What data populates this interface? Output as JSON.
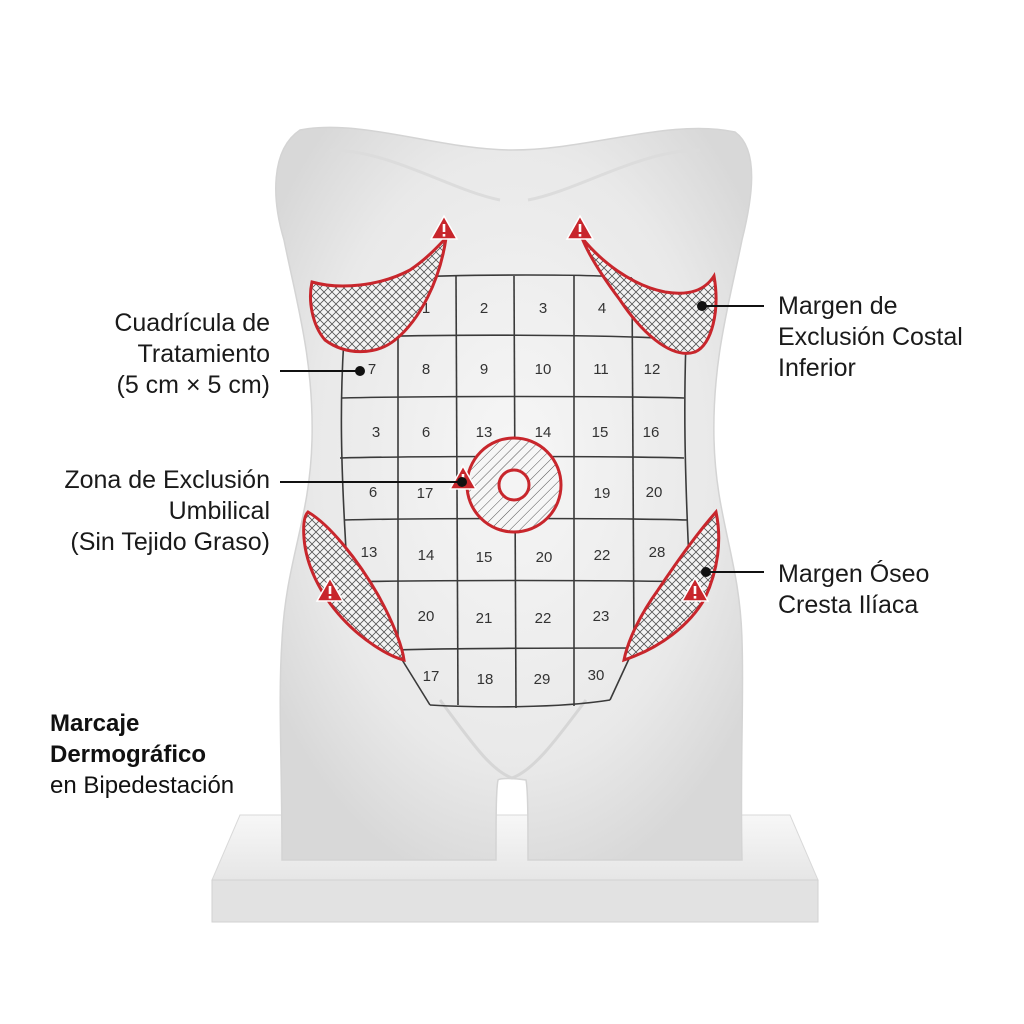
{
  "labels": {
    "grid": [
      "Cuadrícula de",
      "Tratamiento",
      "(5 cm × 5 cm)"
    ],
    "umbilical": [
      "Zona de Exclusión",
      "Umbilical",
      "(Sin Tejido Graso)"
    ],
    "costal": [
      "Margen de",
      "Exclusión Costal",
      "Inferior"
    ],
    "iliac": [
      "Margen Óseo",
      "Cresta Ilíaca"
    ]
  },
  "title": {
    "line1": "Marcaje",
    "line2": "Dermográfico",
    "line3": "en Bipedestación"
  },
  "grid_numbers": {
    "row1": [
      "1",
      "2",
      "3",
      "4"
    ],
    "row2": [
      "7",
      "8",
      "9",
      "10",
      "11",
      "12"
    ],
    "row3": [
      "3",
      "6",
      "13",
      "14",
      "15",
      "16"
    ],
    "row4": [
      "6",
      "17",
      "19",
      "20"
    ],
    "row5": [
      "13",
      "14",
      "15",
      "20",
      "22",
      "28"
    ],
    "row6": [
      "20",
      "21",
      "22",
      "23"
    ],
    "row7": [
      "17",
      "18",
      "29",
      "30"
    ]
  },
  "colors": {
    "exclusion_red": "#c8262c",
    "grid_line": "#3a3a3a",
    "torso": "#ececec"
  },
  "icons": [
    "warning-icon"
  ]
}
